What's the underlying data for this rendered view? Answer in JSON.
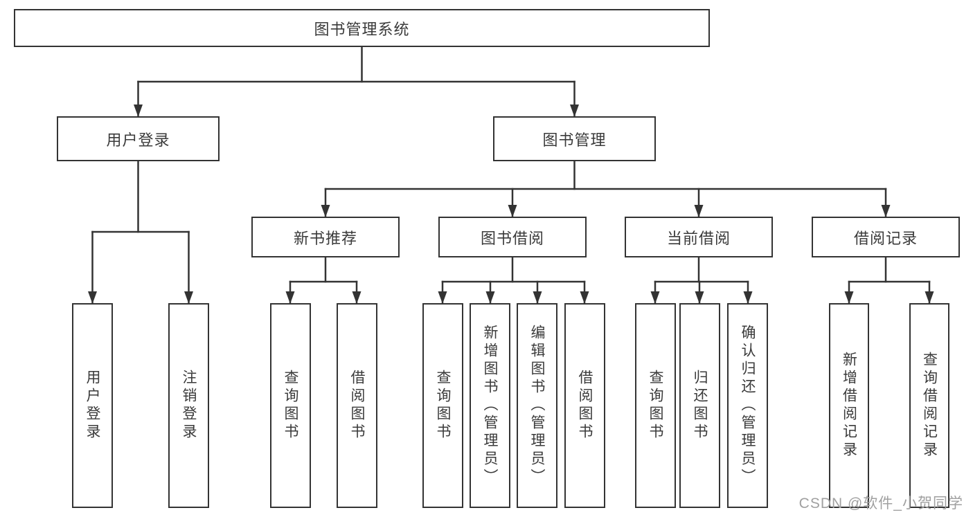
{
  "root": {
    "label": "图书管理系统"
  },
  "level2": {
    "user_login": {
      "label": "用户登录"
    },
    "book_mgmt": {
      "label": "图书管理"
    }
  },
  "level3": {
    "new_books": {
      "label": "新书推荐"
    },
    "borrow": {
      "label": "图书借阅"
    },
    "current": {
      "label": "当前借阅"
    },
    "records": {
      "label": "借阅记录"
    }
  },
  "leaves": {
    "login_user": {
      "label": "用户登录"
    },
    "login_logout": {
      "label": "注销登录"
    },
    "nb_query": {
      "label": "查询图书"
    },
    "nb_borrow": {
      "label": "借阅图书"
    },
    "bw_query": {
      "label": "查询图书"
    },
    "bw_add": {
      "label": "新增图书（管理员）"
    },
    "bw_edit": {
      "label": "编辑图书（管理员）"
    },
    "bw_borrow": {
      "label": "借阅图书"
    },
    "cur_query": {
      "label": "查询图书"
    },
    "cur_return": {
      "label": "归还图书"
    },
    "cur_confirm": {
      "label": "确认归还（管理员）"
    },
    "rec_add": {
      "label": "新增借阅记录"
    },
    "rec_query": {
      "label": "查询借阅记录"
    }
  },
  "watermark": {
    "text": "CSDN @软件_小贺同学"
  },
  "colors": {
    "line": "#333333",
    "text": "#3a3a3a",
    "box_background": "#ffffff",
    "watermark": "#a0a0a0"
  }
}
